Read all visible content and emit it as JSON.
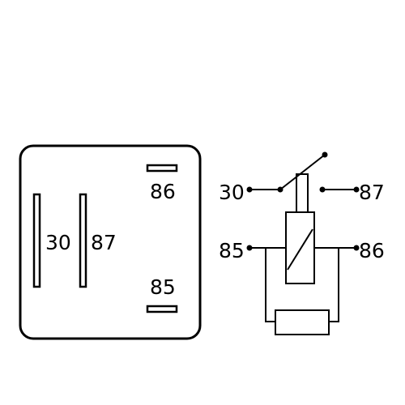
{
  "colors": {
    "ink": "#000000",
    "background": "#ffffff"
  },
  "footprint": {
    "pin_labels": {
      "pin_30": "30",
      "pin_87": "87",
      "pin_86": "86",
      "pin_85": "85"
    }
  },
  "schematic": {
    "terminal_labels": {
      "t30": "30",
      "t87": "87",
      "t85": "85",
      "t86": "86"
    }
  }
}
